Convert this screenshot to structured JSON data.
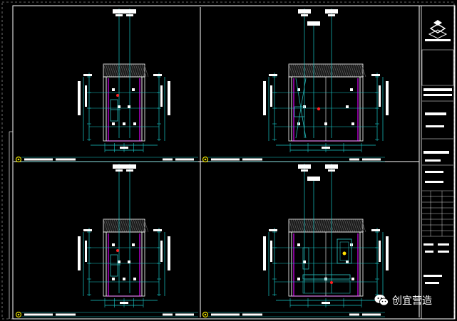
{
  "drawing": {
    "colors": {
      "background": "#000000",
      "frame": "#ffffff",
      "cabinet_outline": "#ffffff",
      "side_panel": "#b000c8",
      "dimension_line": "#18c8c8",
      "fixture_line": "#28b4b4",
      "hatch": "#7a7a7a",
      "marker_red": "#ff2020",
      "marker_yellow": "#ffe000",
      "callout_ring": "#e8e000"
    },
    "title_block": {
      "logo_icon": "company-logo-icon"
    },
    "elevations": [
      {
        "id": "top-left",
        "variant": "single",
        "callout_icon": "section-callout-icon"
      },
      {
        "id": "top-right",
        "variant": "double",
        "callout_icon": "section-callout-icon"
      },
      {
        "id": "bottom-left",
        "variant": "single",
        "callout_icon": "section-callout-icon"
      },
      {
        "id": "bottom-right",
        "variant": "vanity",
        "callout_icon": "section-callout-icon"
      }
    ]
  },
  "watermark": {
    "icon": "wechat-icon",
    "text": "创宜营造"
  }
}
